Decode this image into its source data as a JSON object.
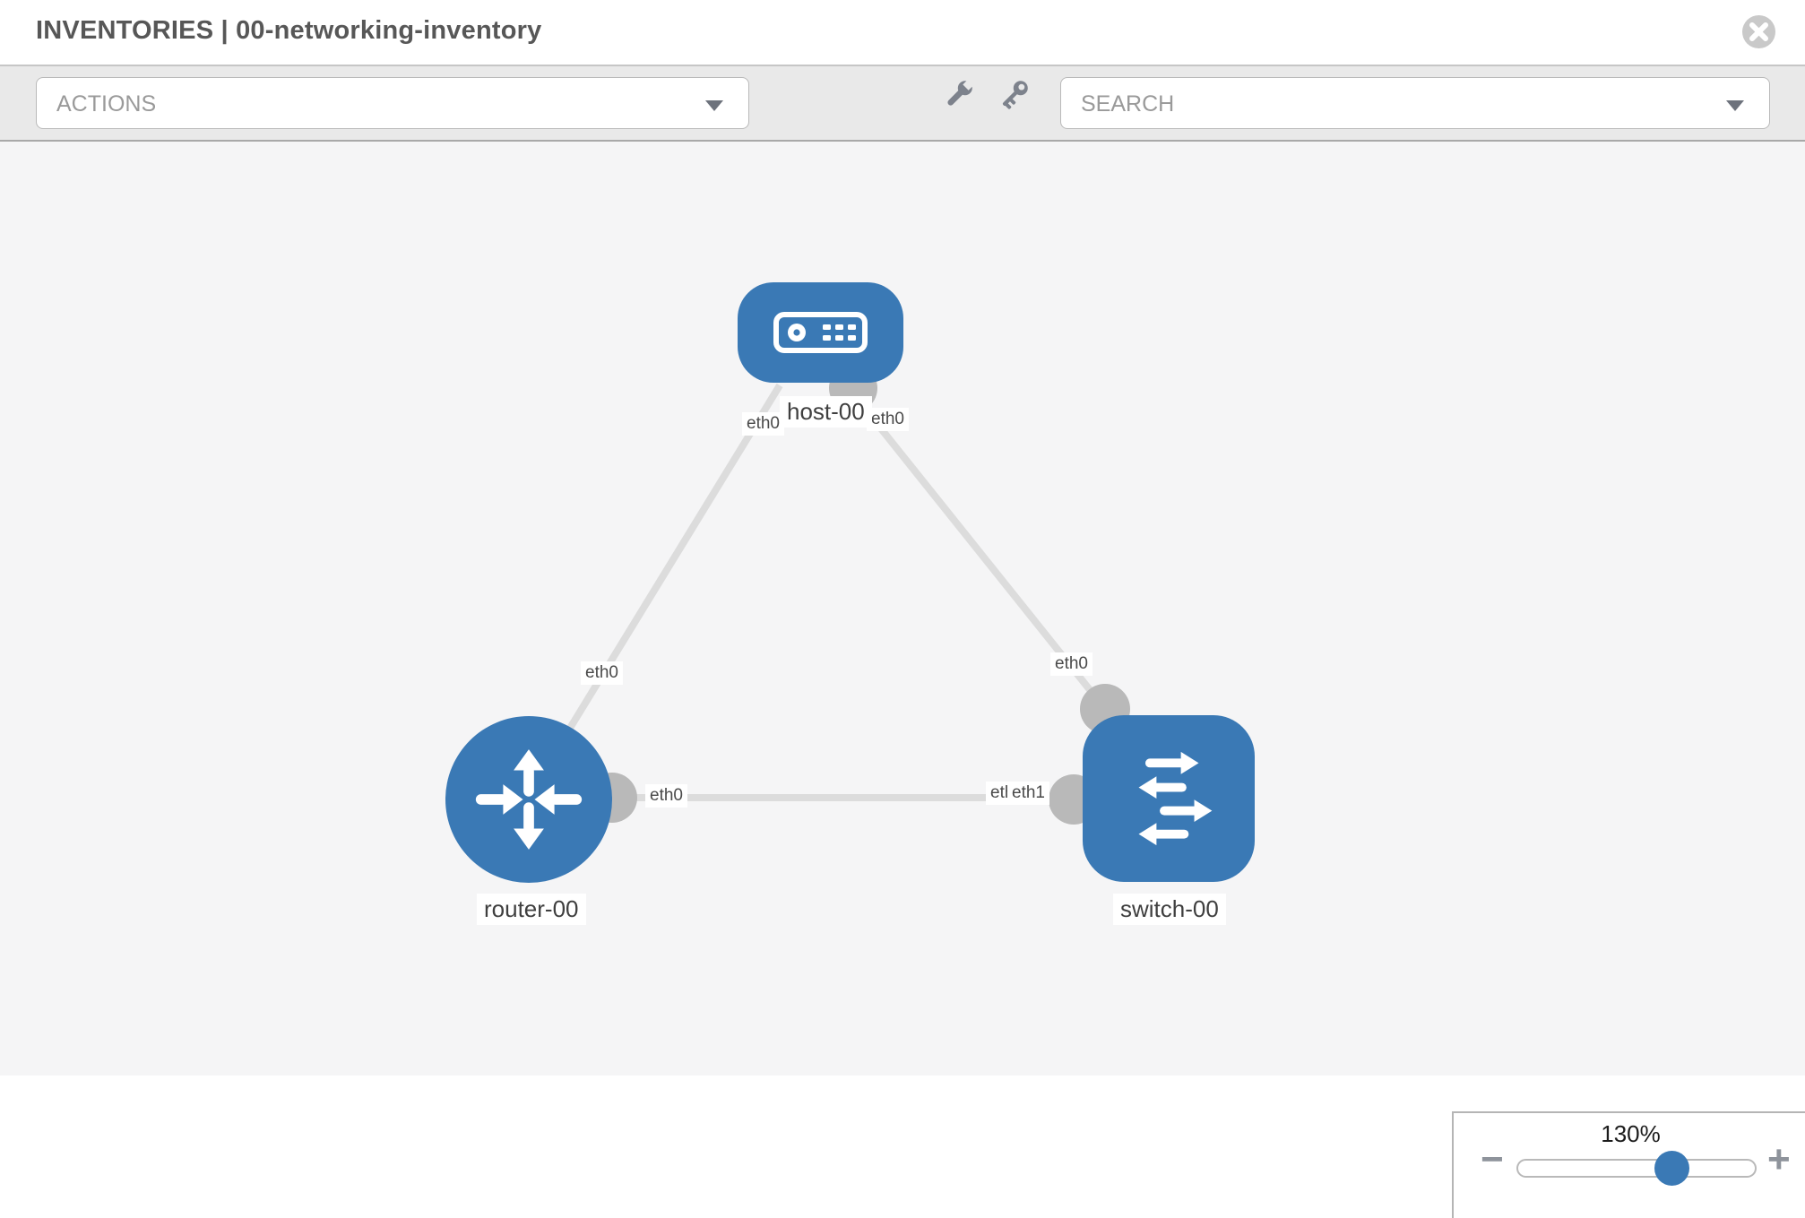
{
  "header": {
    "title": "INVENTORIES | 00-networking-inventory"
  },
  "toolbar": {
    "actions_label": "ACTIONS",
    "search_label": "SEARCH",
    "icons": [
      "wrench-icon",
      "key-icon"
    ]
  },
  "canvas": {
    "nodes": [
      {
        "label": "host-00",
        "type": "host",
        "icon": "server-icon"
      },
      {
        "label": "router-00",
        "type": "router",
        "icon": "router-arrows-icon"
      },
      {
        "label": "switch-00",
        "type": "switch",
        "icon": "switch-arrows-icon"
      }
    ],
    "interface_labels": {
      "host_left": "eth0",
      "host_right": "eth0",
      "router_diag": "eth0",
      "switch_diag": "eth0",
      "router_side": "eth0",
      "switch_side_under": "eth0",
      "switch_side_over": "eth1"
    },
    "links": [
      {
        "from": "host-00",
        "to": "router-00"
      },
      {
        "from": "host-00",
        "to": "switch-00"
      },
      {
        "from": "router-00",
        "to": "switch-00"
      }
    ]
  },
  "zoom_control": {
    "level": "130%",
    "minus_label": "−",
    "plus_label": "+"
  },
  "colors": {
    "node_blue": "#3a79b5",
    "link_gray": "#dcdcdc",
    "connector_gray": "#b9b9b9",
    "canvas_bg": "#f5f5f6",
    "toolbar_bg": "#e9e9e9"
  }
}
